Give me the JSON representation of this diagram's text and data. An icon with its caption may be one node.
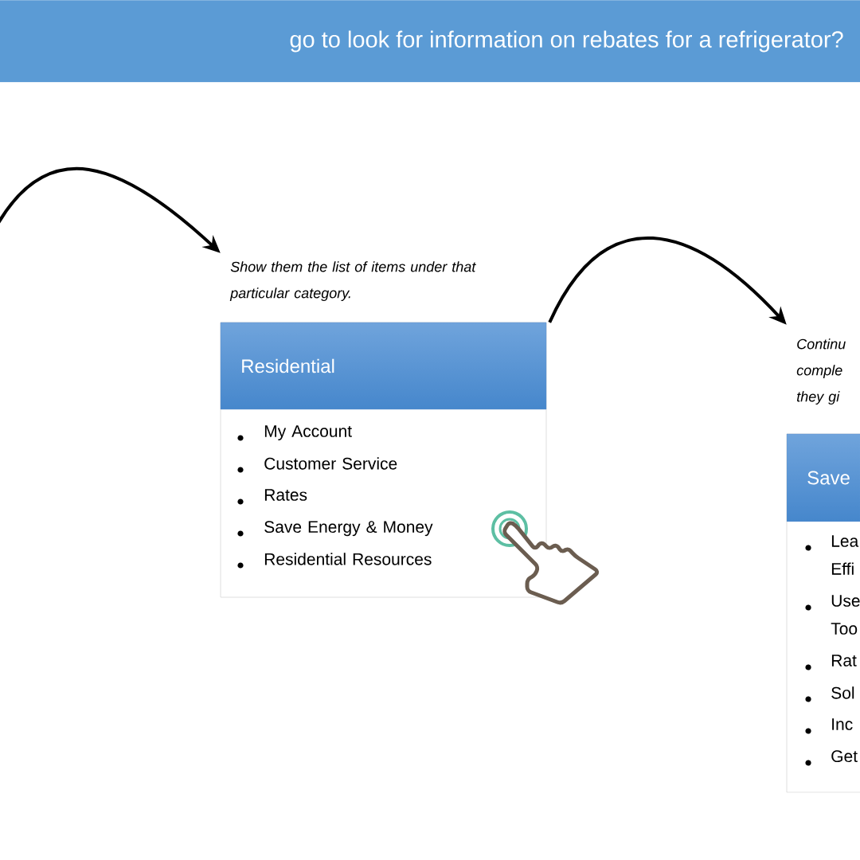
{
  "diagram": {
    "title": "go to look for information on rebates for a refrigerator?",
    "nodes": [
      {
        "text": [
          "Residential",
          "My Account",
          "Customer Service",
          "Rates",
          "Save Energy & Money",
          "Residential Resources"
        ],
        "beside": [
          "Show them the list of items under that particular category."
        ]
      },
      {
        "text": [
          "Save",
          "Lea Effi",
          "Use Too",
          "Rat",
          "Sol",
          "Inc",
          "Get"
        ],
        "beside": [
          "Continu comple they gi"
        ]
      }
    ],
    "edges": [
      {
        "from": null,
        "to": 0,
        "arrow": "to"
      },
      {
        "from": 0,
        "to": 1,
        "arrow": "to"
      }
    ]
  }
}
